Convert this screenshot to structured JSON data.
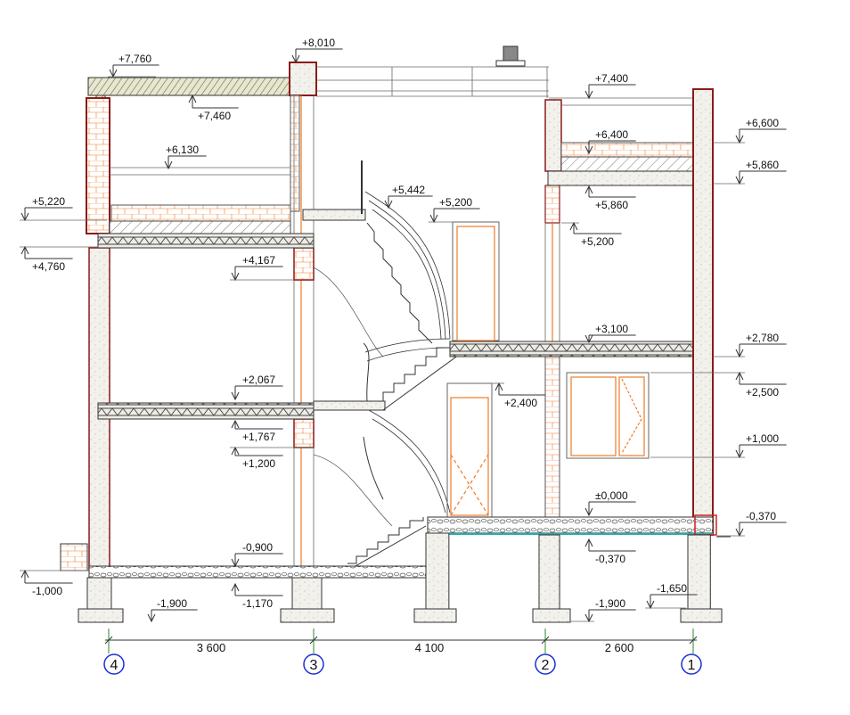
{
  "drawing": {
    "title": "Building section",
    "elevations": [
      {
        "id": "roof-top-left",
        "label": "+7,760"
      },
      {
        "id": "parapet-top",
        "label": "+8,010"
      },
      {
        "id": "roof-bottom-left",
        "label": "+7,460"
      },
      {
        "id": "attic-line",
        "label": "+6,130"
      },
      {
        "id": "attic-floor-left",
        "label": "+5,220"
      },
      {
        "id": "slab-bottom-left",
        "label": "+4,760"
      },
      {
        "id": "lintel-axis3-upper",
        "label": "+4,167"
      },
      {
        "id": "stair-landing-top",
        "label": "+5,442"
      },
      {
        "id": "stair-door-top",
        "label": "+5,200"
      },
      {
        "id": "roof-right",
        "label": "+7,400"
      },
      {
        "id": "parapet-right",
        "label": "+6,600"
      },
      {
        "id": "attic-floor-right",
        "label": "+6,400"
      },
      {
        "id": "slab-top-right",
        "label": "+5,860"
      },
      {
        "id": "slab-bottom-right",
        "label": "+5,860"
      },
      {
        "id": "lintel-axis2",
        "label": "+5,200"
      },
      {
        "id": "floor-2-right",
        "label": "+3,100"
      },
      {
        "id": "slab-bottom-2-right",
        "label": "+2,780"
      },
      {
        "id": "window-top",
        "label": "+2,500"
      },
      {
        "id": "floor-1-left",
        "label": "+2,067"
      },
      {
        "id": "door-top",
        "label": "+2,400"
      },
      {
        "id": "slab-bottom-1-left",
        "label": "+1,767"
      },
      {
        "id": "lintel-axis3-lower",
        "label": "+1,200"
      },
      {
        "id": "window-sill",
        "label": "+1,000"
      },
      {
        "id": "ground-floor",
        "label": "±0,000"
      },
      {
        "id": "ground-level-right",
        "label": "-0,370"
      },
      {
        "id": "slab-bottom-ground",
        "label": "-0,370"
      },
      {
        "id": "basement-floor",
        "label": "-0,900"
      },
      {
        "id": "ground-level-left",
        "label": "-1,000"
      },
      {
        "id": "basement-slab-bottom",
        "label": "-1,170"
      },
      {
        "id": "footing-left",
        "label": "-1,900"
      },
      {
        "id": "footing-right",
        "label": "-1,900"
      },
      {
        "id": "footing-axis1",
        "label": "-1,650"
      }
    ],
    "dimensions": [
      {
        "label": "3 600"
      },
      {
        "label": "4 100"
      },
      {
        "label": "2 600"
      }
    ],
    "axes": [
      {
        "label": "4"
      },
      {
        "label": "3"
      },
      {
        "label": "2"
      },
      {
        "label": "1"
      }
    ],
    "colors": {
      "wall_outline": "#8b1a1a",
      "axis": "#1a2fd0",
      "frame": "#f07a28",
      "roof_hatch": "#6b6b3a"
    }
  }
}
